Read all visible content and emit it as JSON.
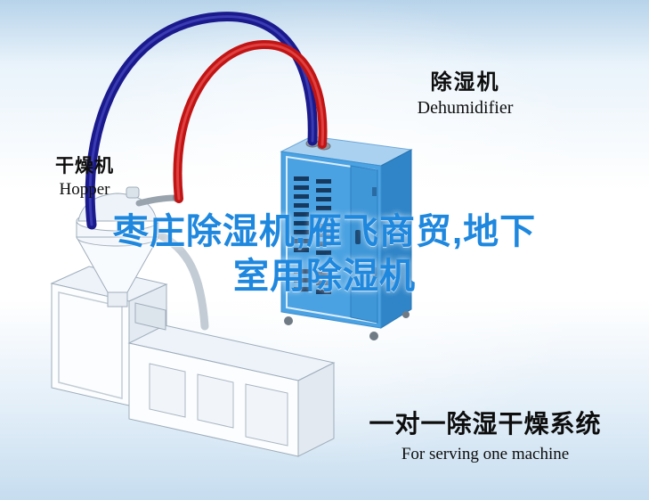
{
  "labels": {
    "hopper": {
      "cn": "干燥机",
      "en": "Hopper"
    },
    "dehumidifier": {
      "cn": "除湿机",
      "en": "Dehumidifier"
    }
  },
  "watermark": {
    "line1": "枣庄除湿机,雁飞商贸,地下",
    "line2": "室用除湿机"
  },
  "caption": {
    "cn": "一对一除湿干燥系统",
    "en": "For serving one machine"
  },
  "colors": {
    "watermark_blue": "#1E87DE",
    "pipe_navy": "#1A1A8C",
    "pipe_navy_highlight": "#3A3AB2",
    "pipe_red": "#C11414",
    "pipe_red_highlight": "#E04040",
    "dehumidifier_front": "#4AA2E2",
    "dehumidifier_side": "#2F85C8",
    "dehumidifier_top": "#AAD2F0",
    "dehumidifier_door": "#3F97D8",
    "vent_slot": "#16395F",
    "machine_body": "#FBFDFE",
    "sky_edge": "#C6DDEF"
  }
}
